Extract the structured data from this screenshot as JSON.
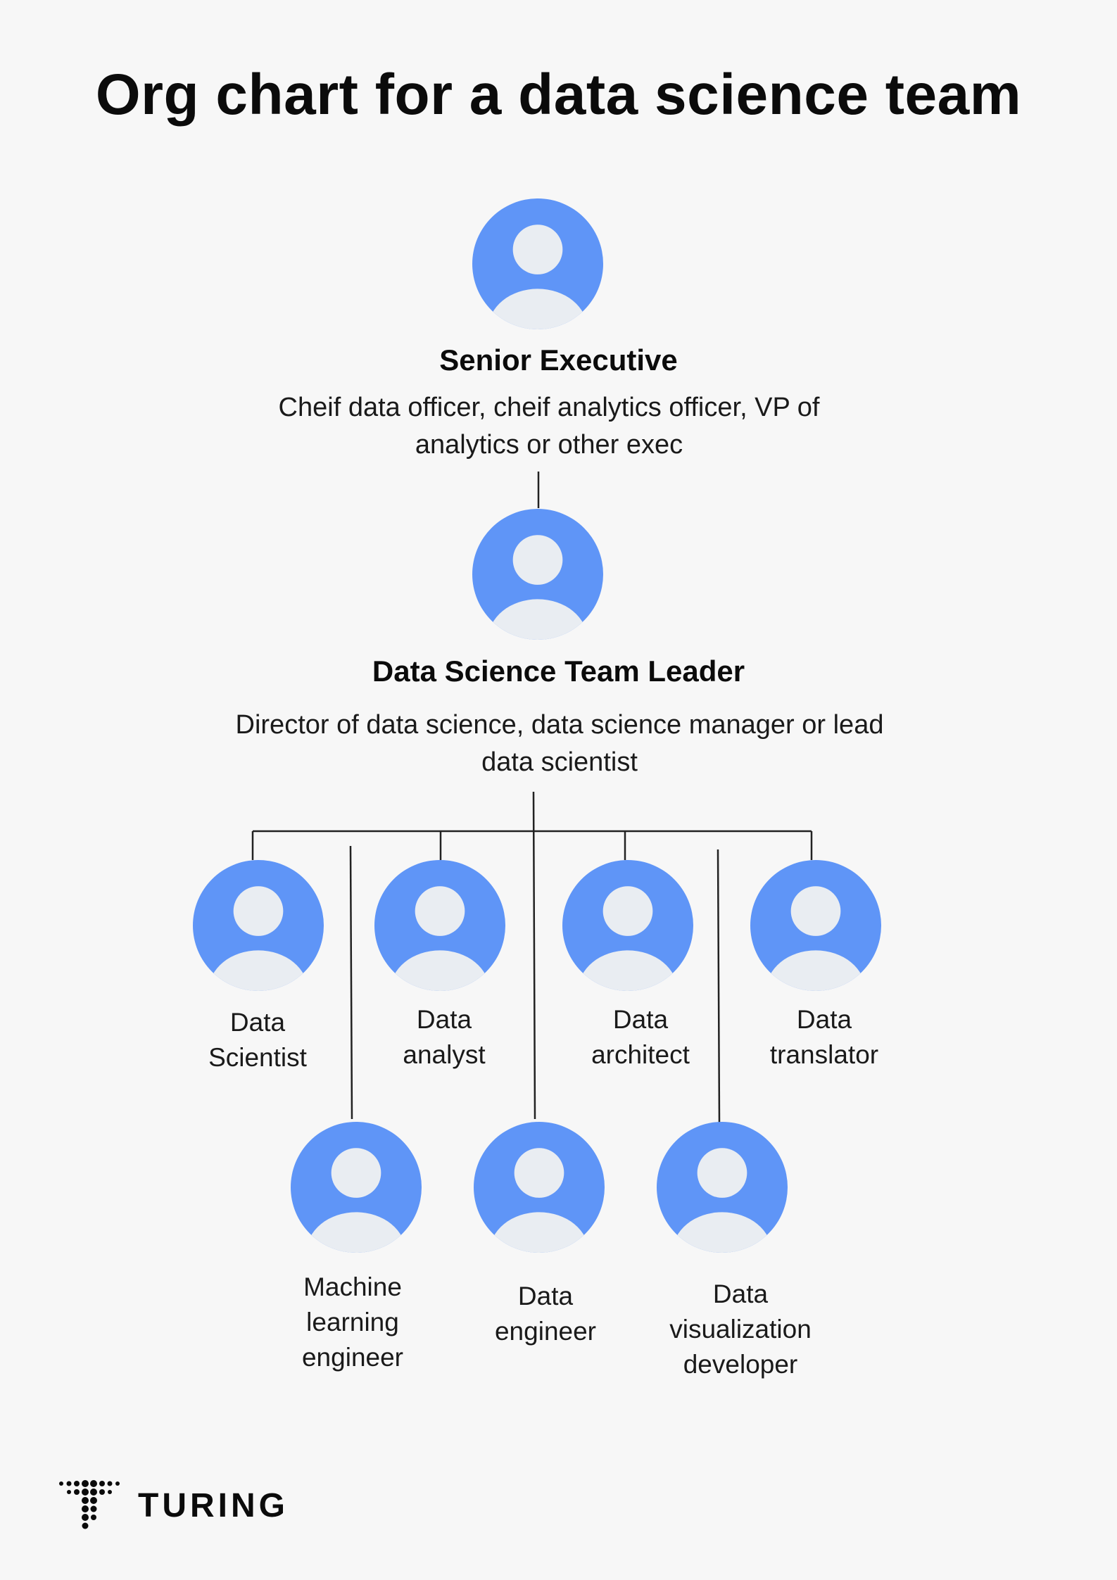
{
  "title": "Org chart for a data science team",
  "colors": {
    "avatar_bg": "#5f95f7",
    "avatar_figure": "#e9edf2",
    "line": "#222222",
    "background": "#f7f7f7"
  },
  "icon": "user-avatar-icon",
  "senior": {
    "title": "Senior Executive",
    "description": "Cheif data officer, cheif analytics officer, VP of analytics or other exec"
  },
  "leader": {
    "title": "Data Science Team Leader",
    "description": "Director of data science, data science manager or lead data scientist"
  },
  "roles": [
    {
      "label": "Data\nScientist"
    },
    {
      "label": "Data\nanalyst"
    },
    {
      "label": "Data\narchitect"
    },
    {
      "label": "Data\ntranslator"
    },
    {
      "label": "Machine\nlearning\nengineer"
    },
    {
      "label": "Data\nengineer"
    },
    {
      "label": "Data\nvisualization\ndeveloper"
    }
  ],
  "brand": {
    "name": "TURING",
    "logo_icon": "turing-logo-icon"
  }
}
